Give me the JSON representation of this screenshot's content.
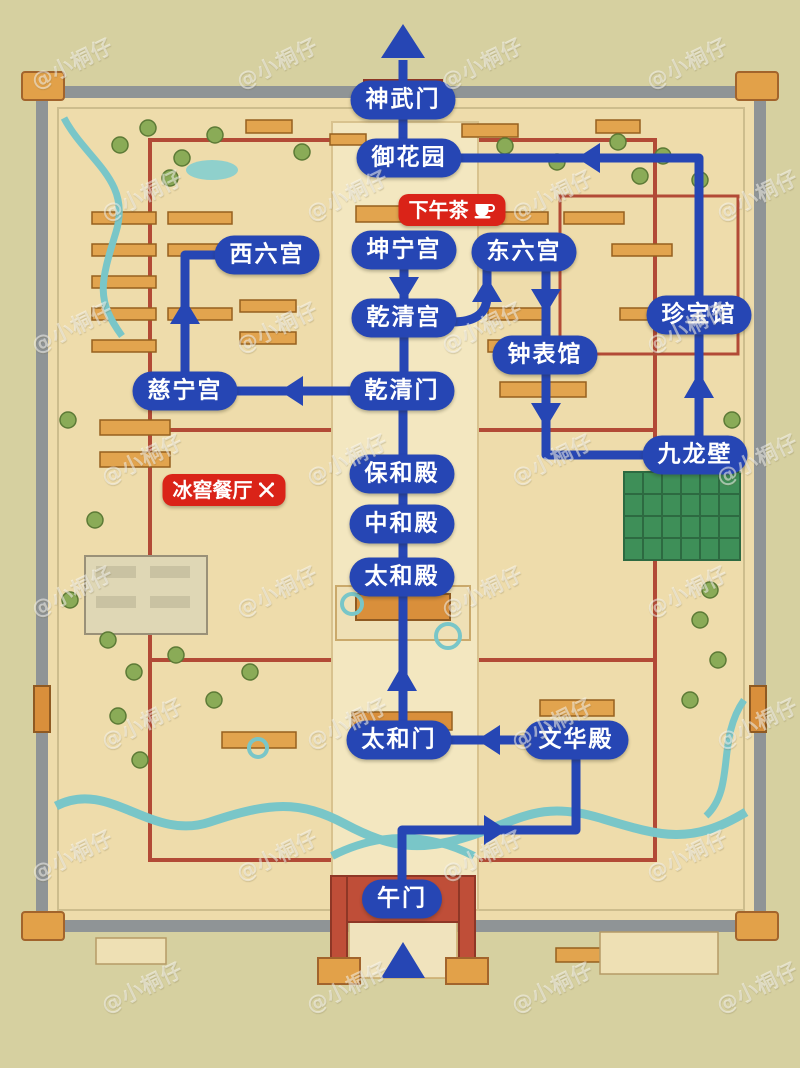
{
  "watermark": {
    "text": "@小桐仔"
  },
  "colors": {
    "route_blue": "#2646b4",
    "badge_red": "#da2318",
    "map_background": "#d6d0a0",
    "wall_gray": "#8f9496",
    "ground": "#eedcab",
    "building_orange": "#e2a44e",
    "red_wall": "#bf4e38",
    "river_teal": "#79c6c8",
    "garden_green": "#8aab57"
  },
  "route": {
    "nodes": [
      {
        "id": "shenwumen",
        "label": "神武门"
      },
      {
        "id": "yuhuayuan",
        "label": "御花园"
      },
      {
        "id": "xiliugong",
        "label": "西六宫"
      },
      {
        "id": "kunninggong",
        "label": "坤宁宫"
      },
      {
        "id": "dongliugong",
        "label": "东六宫"
      },
      {
        "id": "qianqinggong",
        "label": "乾清宫"
      },
      {
        "id": "zhenbaoguan",
        "label": "珍宝馆"
      },
      {
        "id": "zhongbiaoguan",
        "label": "钟表馆"
      },
      {
        "id": "cininggong",
        "label": "慈宁宫"
      },
      {
        "id": "qianqingmen",
        "label": "乾清门"
      },
      {
        "id": "jiulongbi",
        "label": "九龙壁"
      },
      {
        "id": "baohedian",
        "label": "保和殿"
      },
      {
        "id": "zhonghedian",
        "label": "中和殿"
      },
      {
        "id": "taihedian",
        "label": "太和殿"
      },
      {
        "id": "taihemen",
        "label": "太和门"
      },
      {
        "id": "wenhuadian",
        "label": "文华殿"
      },
      {
        "id": "wumen",
        "label": "午门"
      }
    ],
    "connections": [
      {
        "from": "entry-arrow",
        "to": "午门",
        "direction": "up"
      },
      {
        "from": "午门",
        "to": "文华殿",
        "direction": "right-then-up"
      },
      {
        "from": "文华殿",
        "to": "太和门",
        "direction": "left"
      },
      {
        "from": "太和门",
        "to": "太和殿",
        "direction": "up"
      },
      {
        "from": "太和殿",
        "to": "中和殿",
        "direction": "up"
      },
      {
        "from": "中和殿",
        "to": "保和殿",
        "direction": "up"
      },
      {
        "from": "保和殿",
        "to": "乾清门",
        "direction": "up"
      },
      {
        "from": "乾清门",
        "to": "慈宁宫",
        "direction": "left"
      },
      {
        "from": "慈宁宫",
        "to": "西六宫",
        "direction": "up"
      },
      {
        "from": "坤宁宫",
        "to": "乾清宫",
        "direction": "down"
      },
      {
        "from": "乾清宫",
        "to": "东六宫",
        "direction": "up"
      },
      {
        "from": "东六宫",
        "to": "钟表馆",
        "direction": "down"
      },
      {
        "from": "钟表馆",
        "to": "九龙壁",
        "direction": "down"
      },
      {
        "from": "九龙壁",
        "to": "珍宝馆",
        "direction": "up"
      },
      {
        "from": "珍宝馆",
        "to": "御花园",
        "direction": "left"
      },
      {
        "from": "御花园",
        "to": "神武门",
        "direction": "up"
      },
      {
        "from": "神武门",
        "to": "exit-arrow",
        "direction": "up"
      }
    ]
  },
  "badges": [
    {
      "id": "afternoon-tea",
      "label": "下午茶",
      "icon": "tea-cup-icon"
    },
    {
      "id": "ice-cellar-restaurant",
      "label": "冰窖餐厅",
      "icon": "fork-knife-icon"
    }
  ]
}
